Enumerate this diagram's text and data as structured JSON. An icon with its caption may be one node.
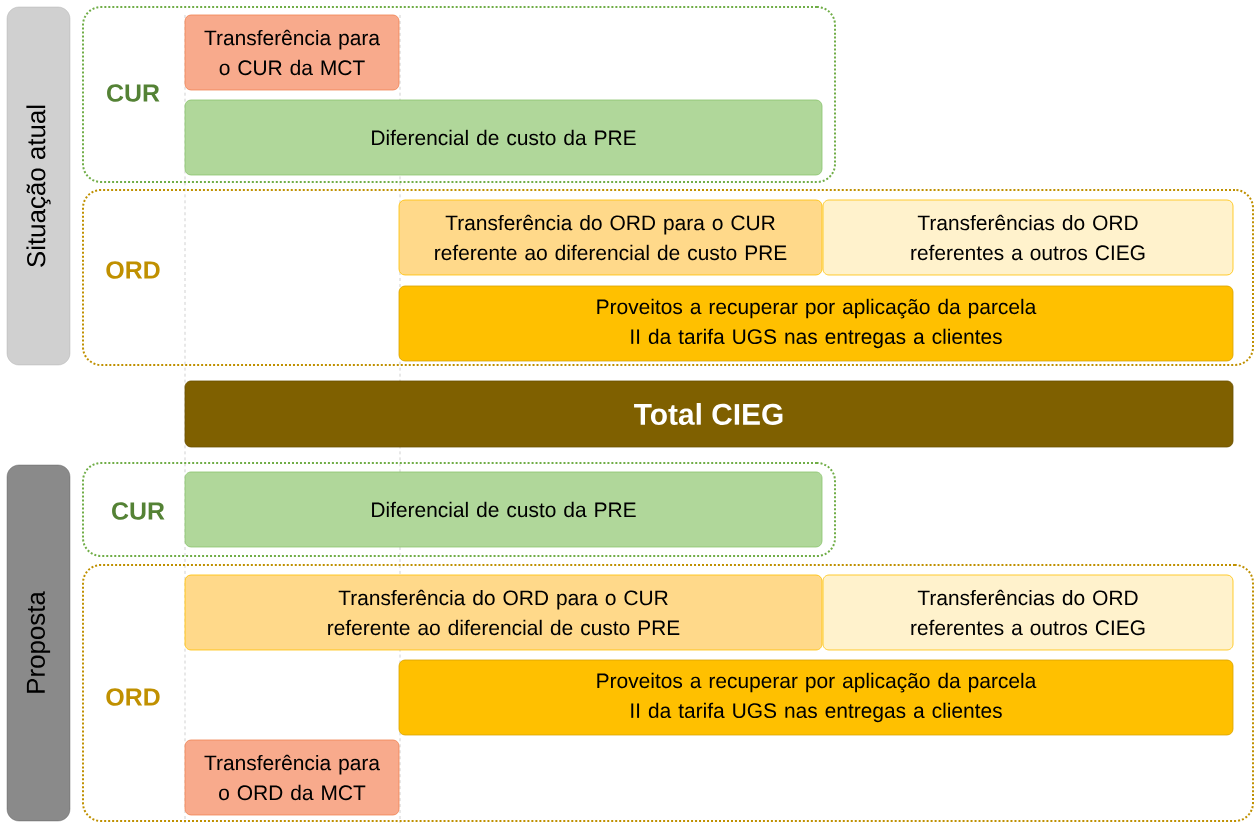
{
  "diagram": {
    "nodes": [
      {
        "text": [
          "Situação atual"
        ]
      },
      {
        "text": [
          "CUR"
        ]
      },
      {
        "text": [
          "Transferência para o CUR da MCT"
        ],
        "in": 1
      },
      {
        "text": [
          "Diferencial de custo da PRE"
        ],
        "in": 1
      },
      {
        "text": [
          "ORD"
        ]
      },
      {
        "text": [
          "Transferência do ORD para o CUR referente ao diferencial de custo PRE"
        ],
        "in": 4
      },
      {
        "text": [
          "Transferências do ORD referentes a outros CIEG"
        ],
        "in": 4
      },
      {
        "text": [
          "Proveitos a recuperar por aplicação da parcela II da tarifa UGS nas entregas a clientes"
        ],
        "in": 4
      },
      {
        "text": [
          "Total CIEG"
        ]
      },
      {
        "text": [
          "Proposta"
        ]
      },
      {
        "text": [
          "CUR"
        ]
      },
      {
        "text": [
          "Diferencial de custo da PRE"
        ],
        "in": 10
      },
      {
        "text": [
          "ORD"
        ]
      },
      {
        "text": [
          "Transferência do ORD para o CUR referente ao diferencial de custo PRE"
        ],
        "in": 12
      },
      {
        "text": [
          "Transferências do ORD referentes a outros CIEG"
        ],
        "in": 12
      },
      {
        "text": [
          "Proveitos a recuperar por aplicação da parcela II da tarifa UGS nas entregas a clientes"
        ],
        "in": 12
      },
      {
        "text": [
          "Transferência para o ORD da MCT"
        ],
        "in": 12
      }
    ]
  }
}
